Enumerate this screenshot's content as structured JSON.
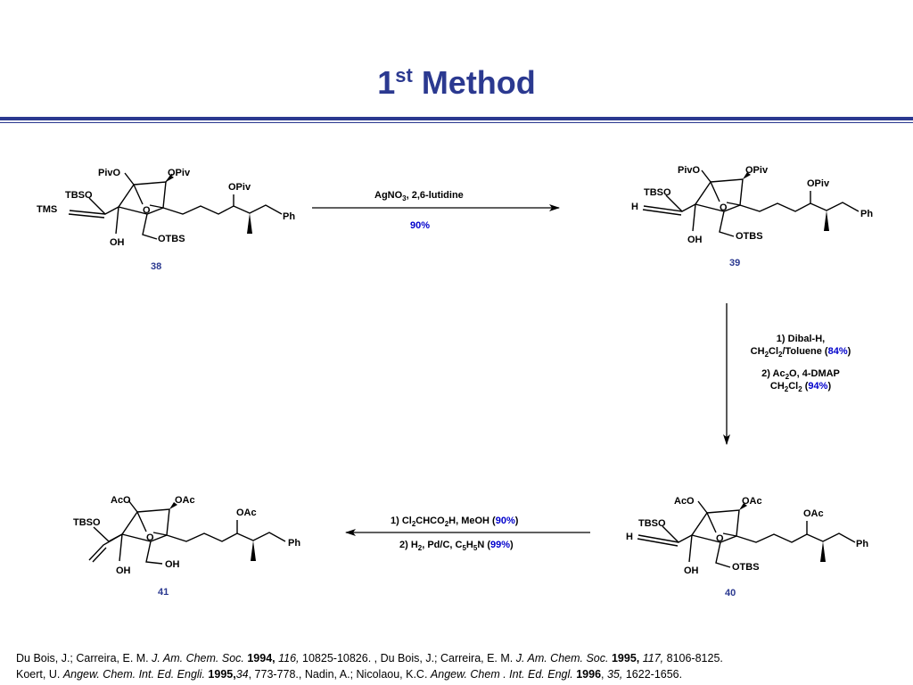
{
  "title": {
    "main": "1",
    "sup": "st",
    "rest": "Method"
  },
  "colors": {
    "title": "#2b3990",
    "yield": "#0000cc",
    "compound_number": "#2b3990"
  },
  "compounds": {
    "c38": {
      "number": "38",
      "labels": {
        "tms": "TMS",
        "tbso": "TBSO",
        "pivo": "PivO",
        "opiv1": "OPiv",
        "opiv2": "OPiv",
        "o": "O",
        "oh": "OH",
        "otbs": "OTBS",
        "ph": "Ph"
      }
    },
    "c39": {
      "number": "39",
      "labels": {
        "h": "H",
        "tbso": "TBSO",
        "pivo": "PivO",
        "opiv1": "OPiv",
        "opiv2": "OPiv",
        "o": "O",
        "oh": "OH",
        "otbs": "OTBS",
        "ph": "Ph"
      }
    },
    "c40": {
      "number": "40",
      "labels": {
        "h": "H",
        "tbso": "TBSO",
        "aco": "AcO",
        "oac1": "OAc",
        "oac2": "OAc",
        "o": "O",
        "oh": "OH",
        "otbs": "OTBS",
        "ph": "Ph"
      }
    },
    "c41": {
      "number": "41",
      "labels": {
        "tbso": "TBSO",
        "aco": "AcO",
        "oac1": "OAc",
        "oac2": "OAc",
        "o": "O",
        "oh1": "OH",
        "oh2": "OH",
        "ph": "Ph"
      }
    }
  },
  "steps": {
    "s1": {
      "reagents": "AgNO3, 2,6-lutidine",
      "yield": "90%"
    },
    "s2": {
      "step1_line1": "1) Dibal-H,",
      "step1_line2": "CH2Cl2/Toluene",
      "step1_yield": "84%",
      "step2_line1": "2) Ac2O, 4-DMAP",
      "step2_line2": "CH2Cl2",
      "step2_yield": "94%"
    },
    "s3": {
      "step1": "1) Cl2CHCO2H, MeOH",
      "step1_yield": "90%",
      "step2": "2) H2, Pd/C, C5H5N",
      "step2_yield": "99%"
    }
  },
  "references": [
    {
      "authors": "Du Bois, J.; Carreira, E. M.",
      "journal": "J. Am. Chem. Soc.",
      "year": "1994,",
      "volume": "116,",
      "pages": "10825-10826. ,"
    },
    {
      "authors": "Du Bois, J.; Carreira, E. M.",
      "journal": "J. Am. Chem. Soc.",
      "year": "1995,",
      "volume": "117,",
      "pages": "8106-8125."
    },
    {
      "authors": "Koert, U.",
      "journal": "Angew. Chem. Int. Ed. Engli.",
      "year": "1995,",
      "volume": "34",
      "pages": ", 773-778.,"
    },
    {
      "authors": "Nadin, A.; Nicolaou, K.C.",
      "journal": "Angew. Chem . Int. Ed. Engl.",
      "year": "1996",
      "volume": "35,",
      "pages": "1622-1656."
    }
  ]
}
